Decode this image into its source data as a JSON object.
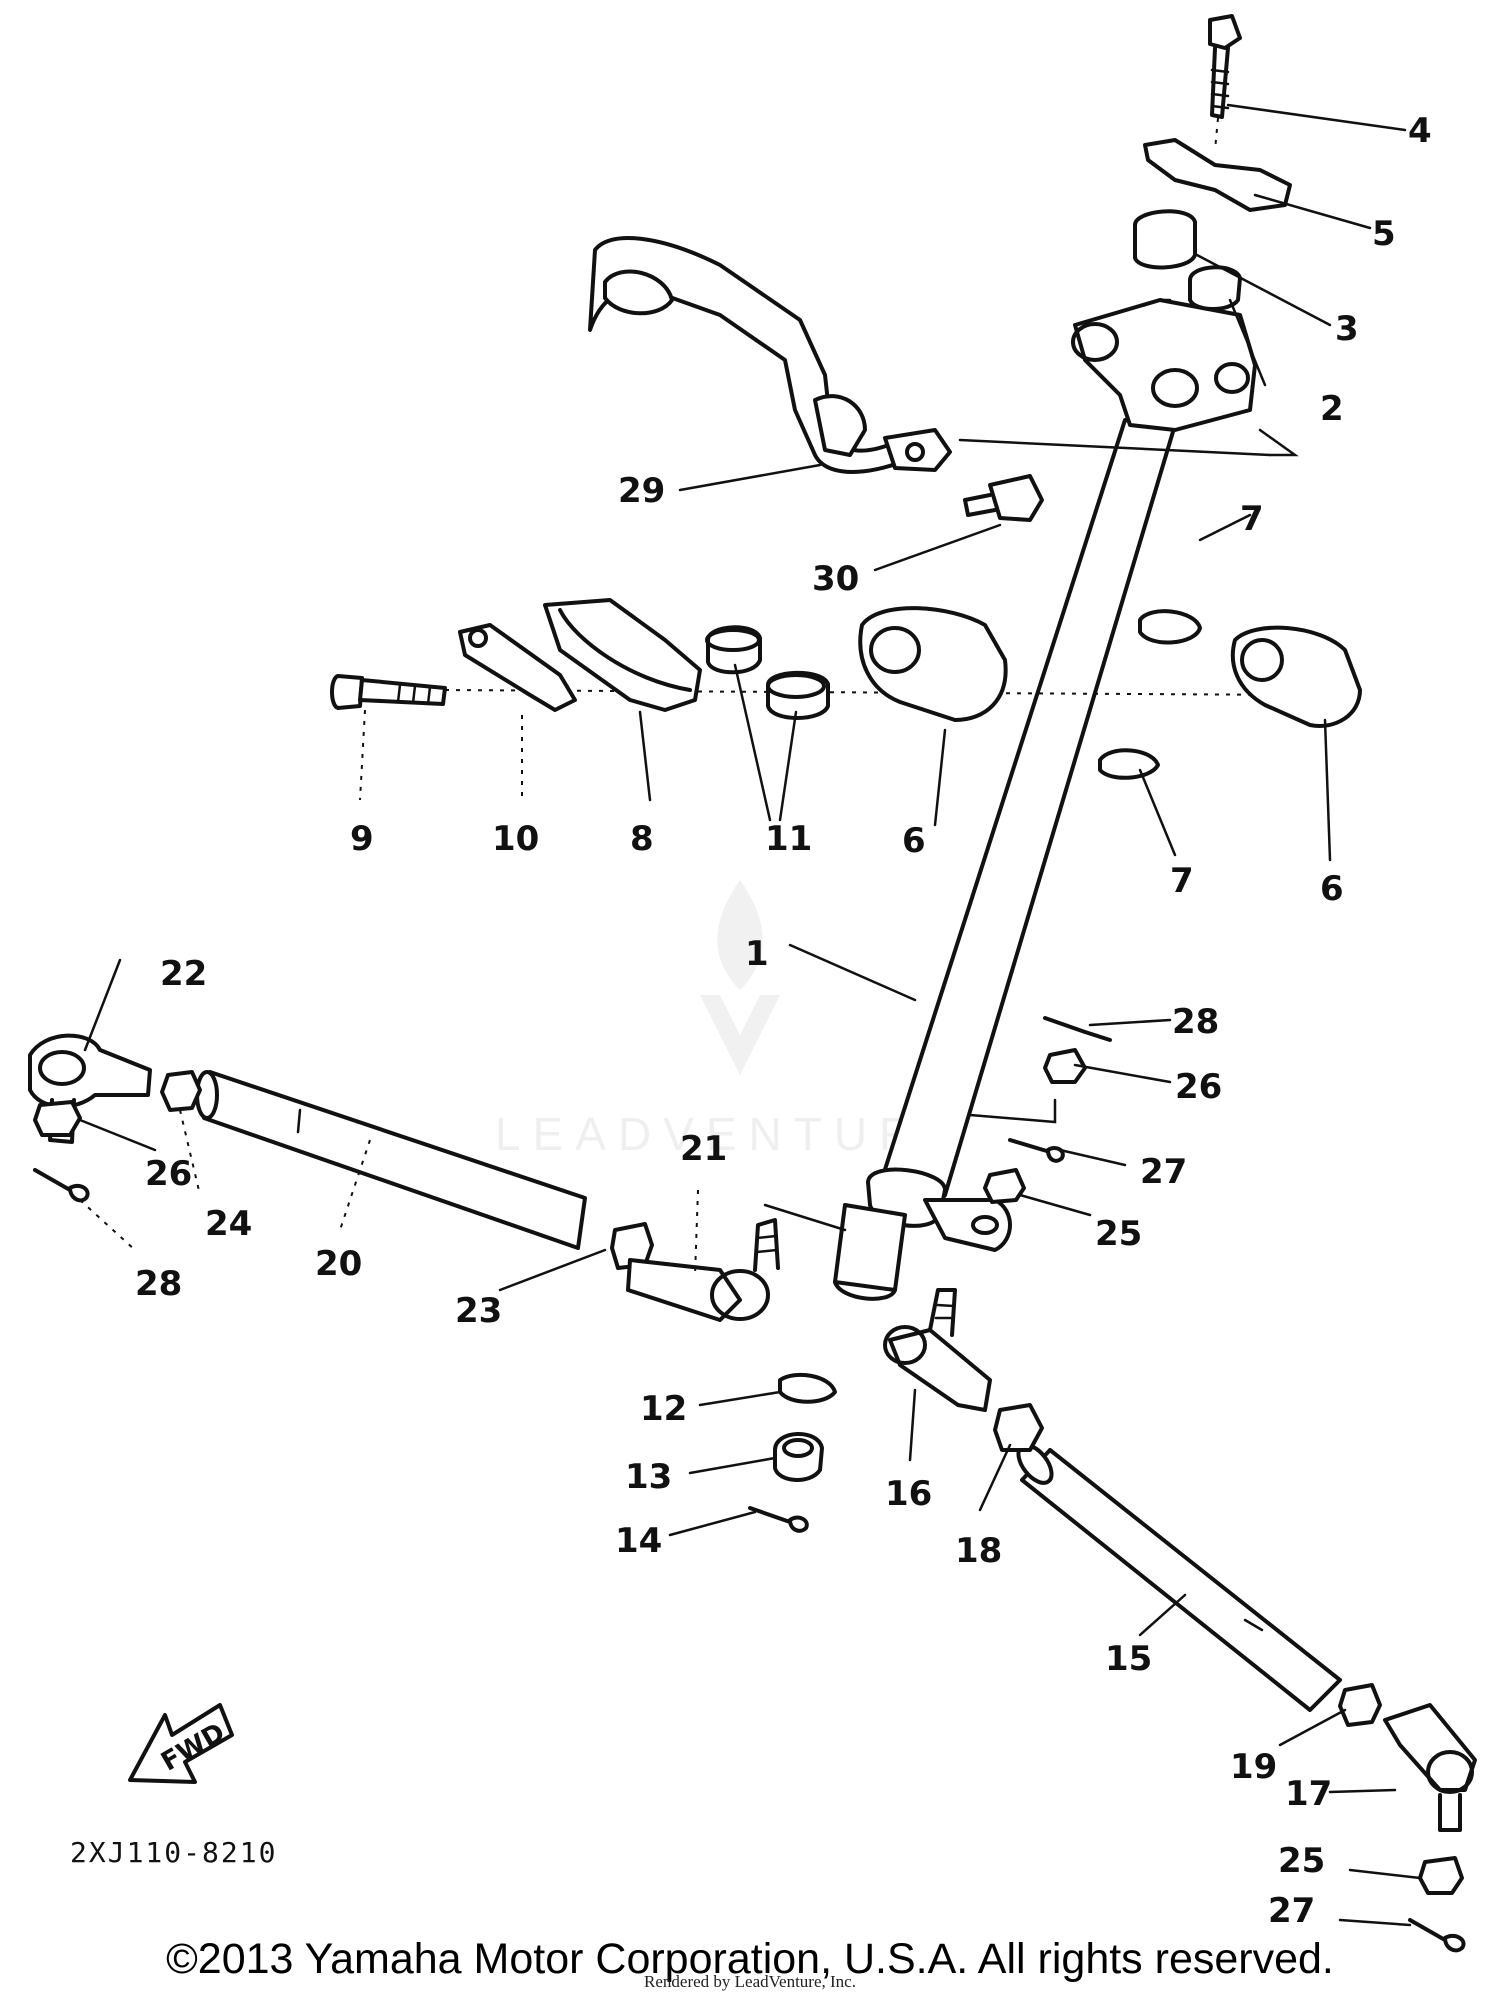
{
  "diagram": {
    "drawing_code": "2XJ110-8210",
    "fwd_label": "FWD",
    "watermark": "LEADVENTURE",
    "callouts": [
      {
        "id": "c1",
        "label": "1"
      },
      {
        "id": "c2",
        "label": "2"
      },
      {
        "id": "c3",
        "label": "3"
      },
      {
        "id": "c4",
        "label": "4"
      },
      {
        "id": "c5",
        "label": "5"
      },
      {
        "id": "c6a",
        "label": "6"
      },
      {
        "id": "c6b",
        "label": "6"
      },
      {
        "id": "c7a",
        "label": "7"
      },
      {
        "id": "c7b",
        "label": "7"
      },
      {
        "id": "c8",
        "label": "8"
      },
      {
        "id": "c9",
        "label": "9"
      },
      {
        "id": "c10",
        "label": "10"
      },
      {
        "id": "c11",
        "label": "11"
      },
      {
        "id": "c12",
        "label": "12"
      },
      {
        "id": "c13",
        "label": "13"
      },
      {
        "id": "c14",
        "label": "14"
      },
      {
        "id": "c15",
        "label": "15"
      },
      {
        "id": "c16",
        "label": "16"
      },
      {
        "id": "c17",
        "label": "17"
      },
      {
        "id": "c18",
        "label": "18"
      },
      {
        "id": "c19",
        "label": "19"
      },
      {
        "id": "c20",
        "label": "20"
      },
      {
        "id": "c21",
        "label": "21"
      },
      {
        "id": "c22",
        "label": "22"
      },
      {
        "id": "c23",
        "label": "23"
      },
      {
        "id": "c24",
        "label": "24"
      },
      {
        "id": "c25a",
        "label": "25"
      },
      {
        "id": "c25b",
        "label": "25"
      },
      {
        "id": "c26a",
        "label": "26"
      },
      {
        "id": "c26b",
        "label": "26"
      },
      {
        "id": "c27a",
        "label": "27"
      },
      {
        "id": "c27b",
        "label": "27"
      },
      {
        "id": "c28a",
        "label": "28"
      },
      {
        "id": "c28b",
        "label": "28"
      },
      {
        "id": "c29",
        "label": "29"
      },
      {
        "id": "c30",
        "label": "30"
      }
    ]
  },
  "footer": {
    "copyright": "©2013 Yamaha Motor Corporation, U.S.A. All rights reserved.",
    "rendered_by": "Rendered by LeadVenture, Inc."
  }
}
